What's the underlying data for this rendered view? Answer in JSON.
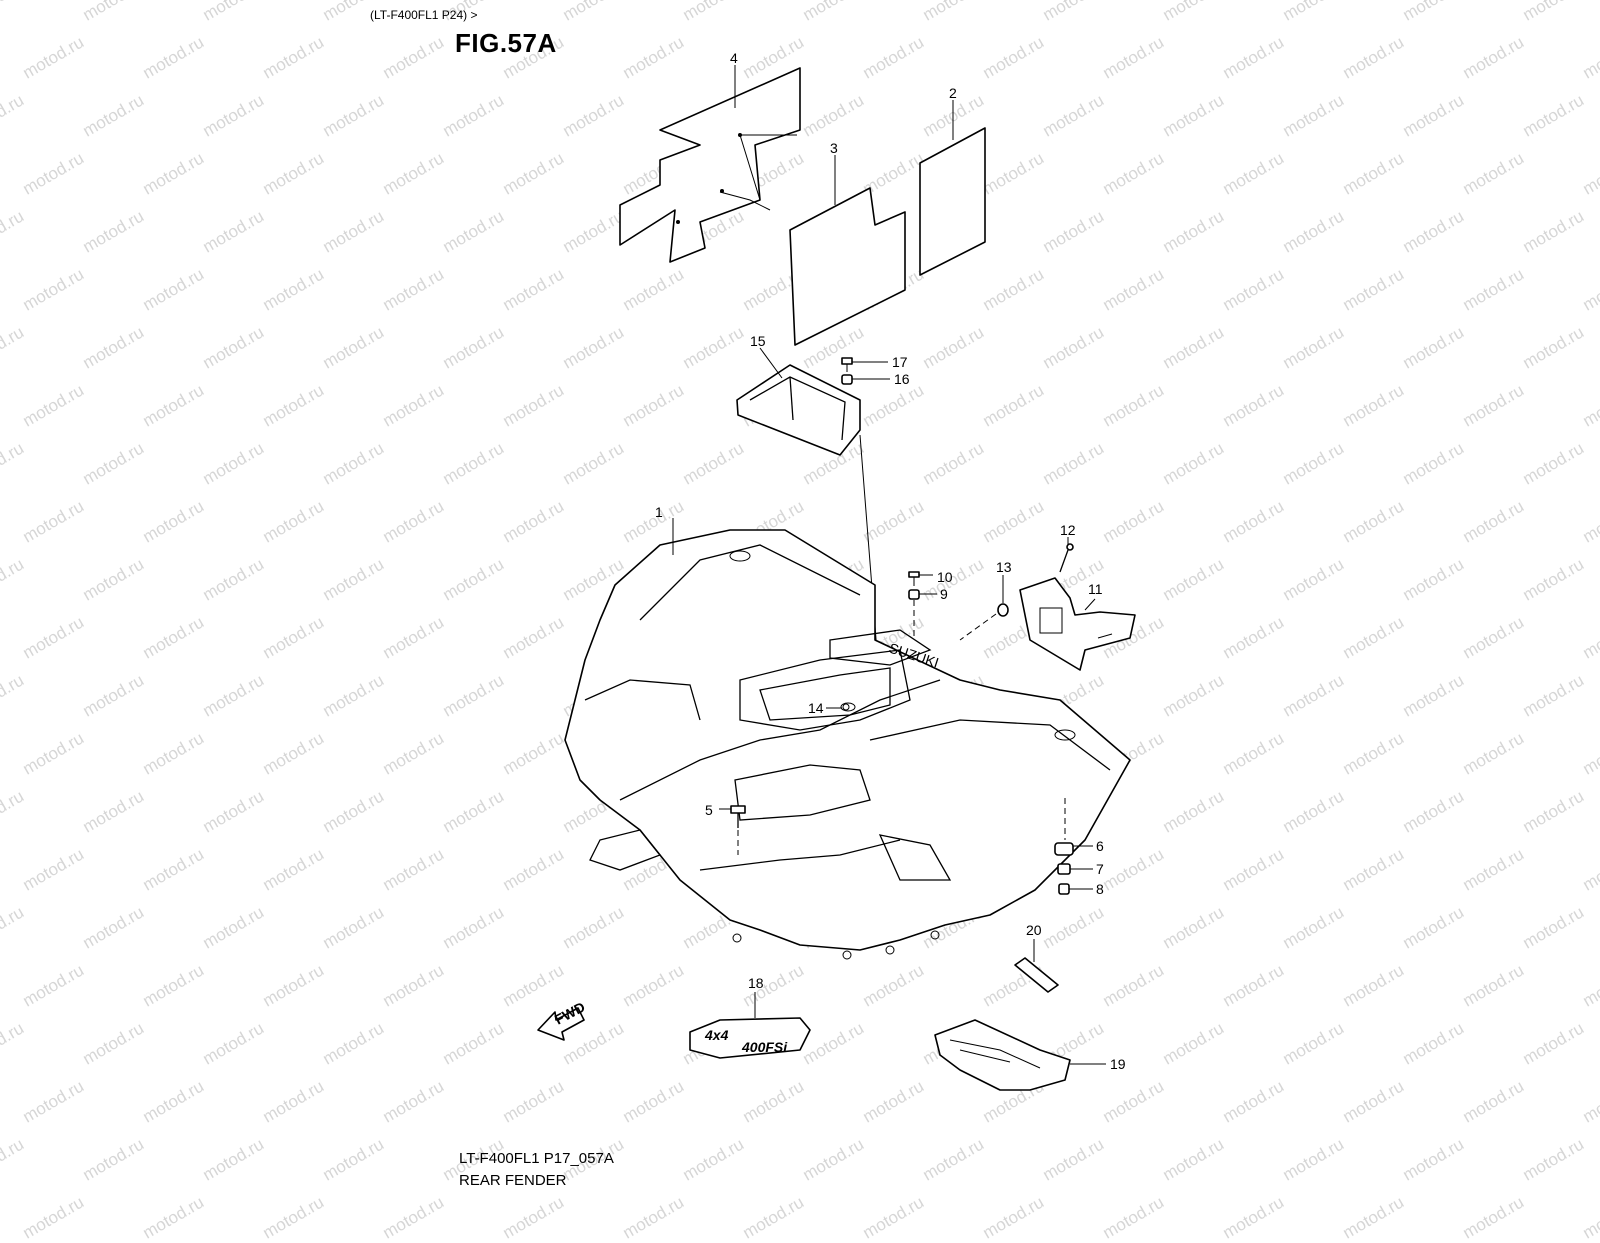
{
  "header": {
    "reference": "(LT-F400FL1 P24) >",
    "figure": "FIG.57A"
  },
  "watermark": "motod.ru",
  "callouts": [
    "1",
    "2",
    "3",
    "4",
    "5",
    "6",
    "7",
    "8",
    "9",
    "10",
    "11",
    "12",
    "13",
    "14",
    "15",
    "16",
    "17",
    "18",
    "19",
    "20"
  ],
  "embossed_text": {
    "fender_logo": "SUZUKI",
    "emblem_big": "4x4",
    "emblem_small": "400FSi",
    "fwd_arrow": "FWD"
  },
  "footer": {
    "code": "LT-F400FL1 P17_057A",
    "name": "REAR FENDER"
  }
}
